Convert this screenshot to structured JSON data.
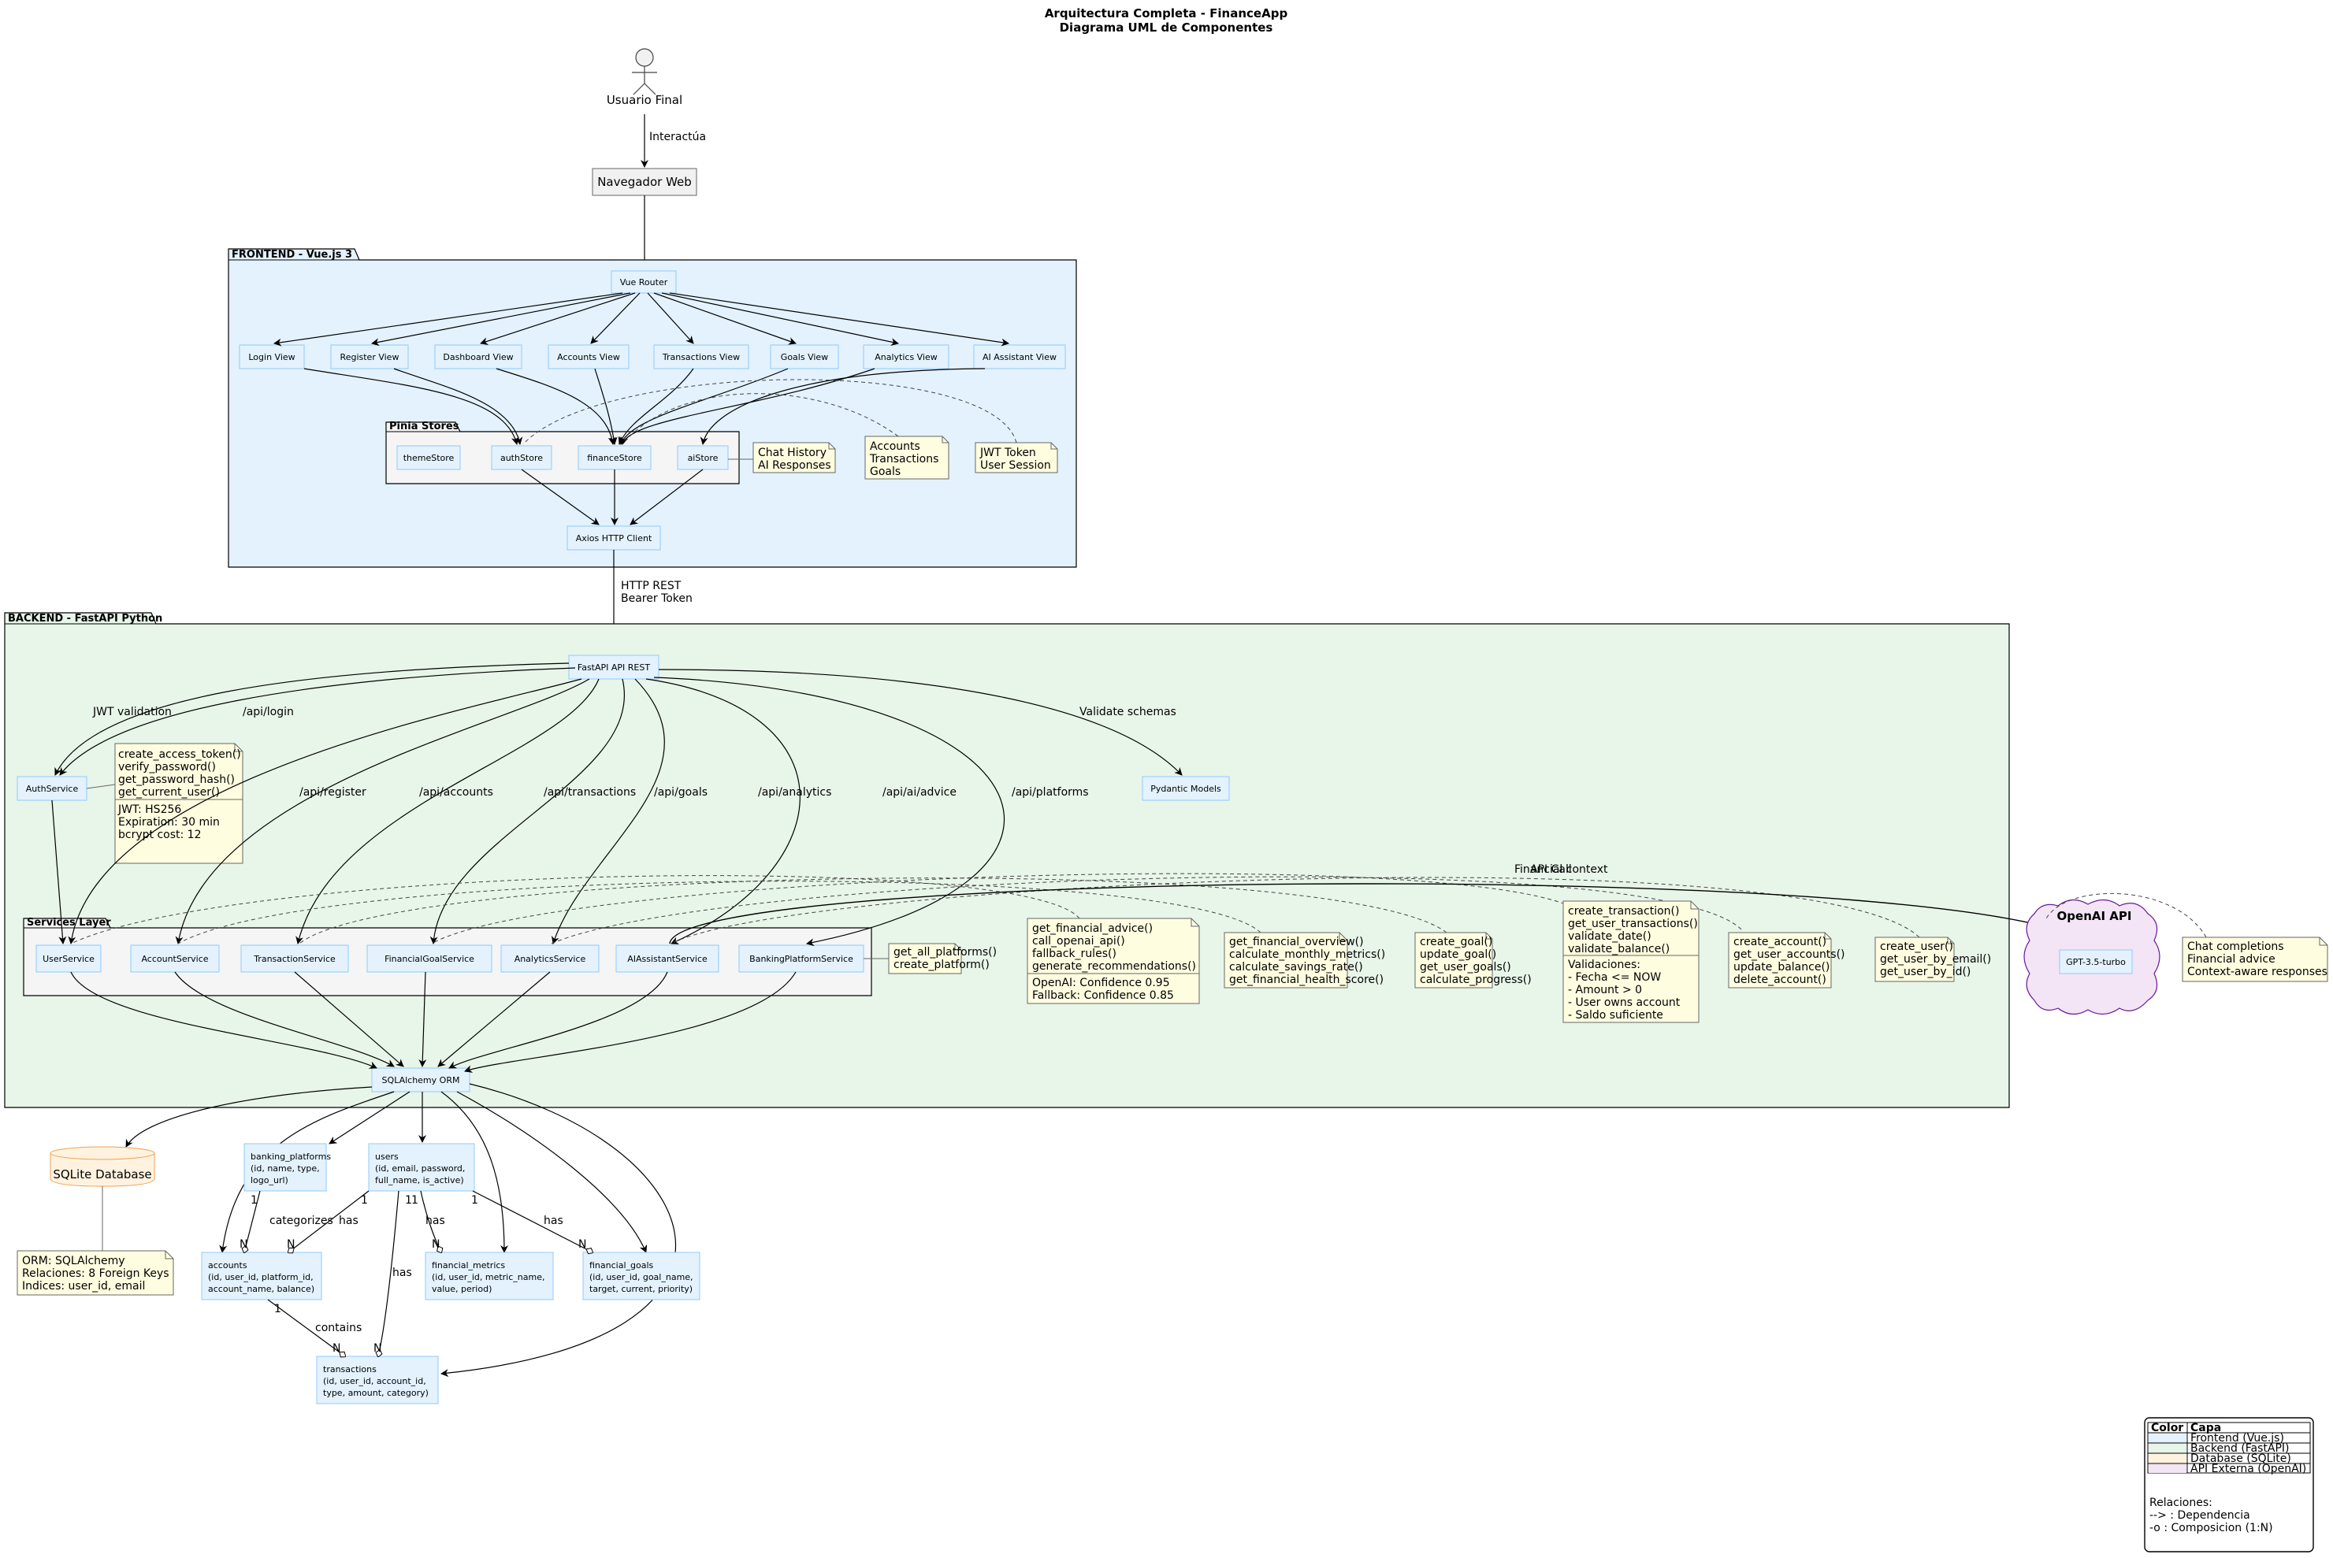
{
  "header": {
    "title": "Arquitectura Completa - FinanceApp",
    "subtitle": "Diagrama UML de Componentes"
  },
  "actor": {
    "label": "Usuario Final"
  },
  "browser": {
    "label": "Navegador Web"
  },
  "packages": {
    "frontend": "FRONTEND - Vue.js 3",
    "stores": "Pinia Stores",
    "backend": "BACKEND - FastAPI Python",
    "services": "Services Layer",
    "openai": "OpenAI API"
  },
  "components": {
    "vue_router": "Vue Router",
    "login_view": "Login View",
    "register_view": "Register View",
    "dashboard_view": "Dashboard View",
    "accounts_view": "Accounts View",
    "transactions_view": "Transactions View",
    "goals_view": "Goals View",
    "analytics_view": "Analytics View",
    "ai_view": "AI Assistant View",
    "theme_store": "themeStore",
    "auth_store": "authStore",
    "finance_store": "financeStore",
    "ai_store": "aiStore",
    "axios": "Axios HTTP Client",
    "fastapi": "FastAPI API REST",
    "auth_service": "AuthService",
    "pydantic": "Pydantic Models",
    "user_service": "UserService",
    "account_service": "AccountService",
    "transaction_service": "TransactionService",
    "goal_service": "FinancialGoalService",
    "analytics_service": "AnalyticsService",
    "ai_service": "AIAssistantService",
    "banking_service": "BankingPlatformService",
    "orm": "SQLAlchemy ORM",
    "gpt": "GPT-3.5-turbo",
    "sqlite": "SQLite Database"
  },
  "tables": {
    "banking_platforms": [
      "banking_platforms",
      "(id, name, type,",
      "logo_url)"
    ],
    "users": [
      "users",
      "(id, email, password,",
      "full_name, is_active)"
    ],
    "accounts": [
      "accounts",
      "(id, user_id, platform_id,",
      "account_name, balance)"
    ],
    "financial_metrics": [
      "financial_metrics",
      "(id, user_id, metric_name,",
      "value, period)"
    ],
    "financial_goals": [
      "financial_goals",
      "(id, user_id, goal_name,",
      "target, current, priority)"
    ],
    "transactions": [
      "transactions",
      "(id, user_id, account_id,",
      "type, amount, category)"
    ]
  },
  "notes": {
    "ai_store": [
      "Chat History",
      "AI Responses"
    ],
    "finance_store": [
      "Accounts",
      "Transactions",
      "Goals"
    ],
    "auth_store": [
      "JWT Token",
      "User Session"
    ],
    "auth_service_top": [
      "create_access_token()",
      "verify_password()",
      "get_password_hash()",
      "get_current_user()"
    ],
    "auth_service_bottom": [
      "JWT: HS256",
      "Expiration: 30 min",
      "bcrypt cost: 12"
    ],
    "banking": [
      "get_all_platforms()",
      "create_platform()"
    ],
    "ai_service_top": [
      "get_financial_advice()",
      "call_openai_api()",
      "fallback_rules()",
      "generate_recommendations()"
    ],
    "ai_service_bottom": [
      "OpenAI: Confidence 0.95",
      "Fallback: Confidence 0.85"
    ],
    "analytics": [
      "get_financial_overview()",
      "calculate_monthly_metrics()",
      "calculate_savings_rate()",
      "get_financial_health_score()"
    ],
    "goals": [
      "create_goal()",
      "update_goal()",
      "get_user_goals()",
      "calculate_progress()"
    ],
    "transactions_top": [
      "create_transaction()",
      "get_user_transactions()",
      "validate_date()",
      "validate_balance()"
    ],
    "transactions_bottom": [
      "Validaciones:",
      "- Fecha <= NOW",
      "- Amount > 0",
      "- User owns account",
      "- Saldo suficiente"
    ],
    "accounts": [
      "create_account()",
      "get_user_accounts()",
      "update_balance()",
      "delete_account()"
    ],
    "users": [
      "create_user()",
      "get_user_by_email()",
      "get_user_by_id()"
    ],
    "openai": [
      "Chat completions",
      "Financial advice",
      "Context-aware responses"
    ],
    "sqlite": [
      "ORM: SQLAlchemy",
      "Relaciones: 8 Foreign Keys",
      "Indices: user_id, email"
    ]
  },
  "edges": {
    "interacts": "Interactúa",
    "http_rest": "HTTP REST",
    "bearer": "Bearer Token",
    "jwt_validation": "JWT validation",
    "login": "/api/login",
    "register": "/api/register",
    "accounts": "/api/accounts",
    "transactions": "/api/transactions",
    "goals": "/api/goals",
    "analytics": "/api/analytics",
    "ai_advice": "/api/ai/advice",
    "platforms": "/api/platforms",
    "validate_schemas": "Validate schemas",
    "financial_context": "Financial context",
    "api_call": "API Call",
    "categorizes": "categorizes",
    "has": "has",
    "contains": "contains"
  },
  "multiplicity": {
    "one": "1",
    "many": "N"
  },
  "legend": {
    "col_color": "Color",
    "col_layer": "Capa",
    "rows": [
      {
        "swatch": "#e3f2fd",
        "layer": "Frontend (Vue.js)"
      },
      {
        "swatch": "#e8f5e9",
        "layer": "Backend (FastAPI)"
      },
      {
        "swatch": "#fff3e0",
        "layer": "Database (SQLite)"
      },
      {
        "swatch": "#f3e5f5",
        "layer": "API Externa (OpenAI)"
      }
    ],
    "relations_title": "Relaciones:",
    "dep": "--> : Dependencia",
    "comp": "-o : Composicion (1:N)"
  },
  "colors": {
    "frontend_bg": "#e3f2fd",
    "backend_bg": "#e8f5e9",
    "database_bg": "#fff3e0",
    "external_bg": "#f3e5f5",
    "component_bg": "#e3f2fd",
    "component_border": "#90caf9",
    "note_bg": "#fefde0",
    "package_inner_bg": "#f5f5f5"
  }
}
